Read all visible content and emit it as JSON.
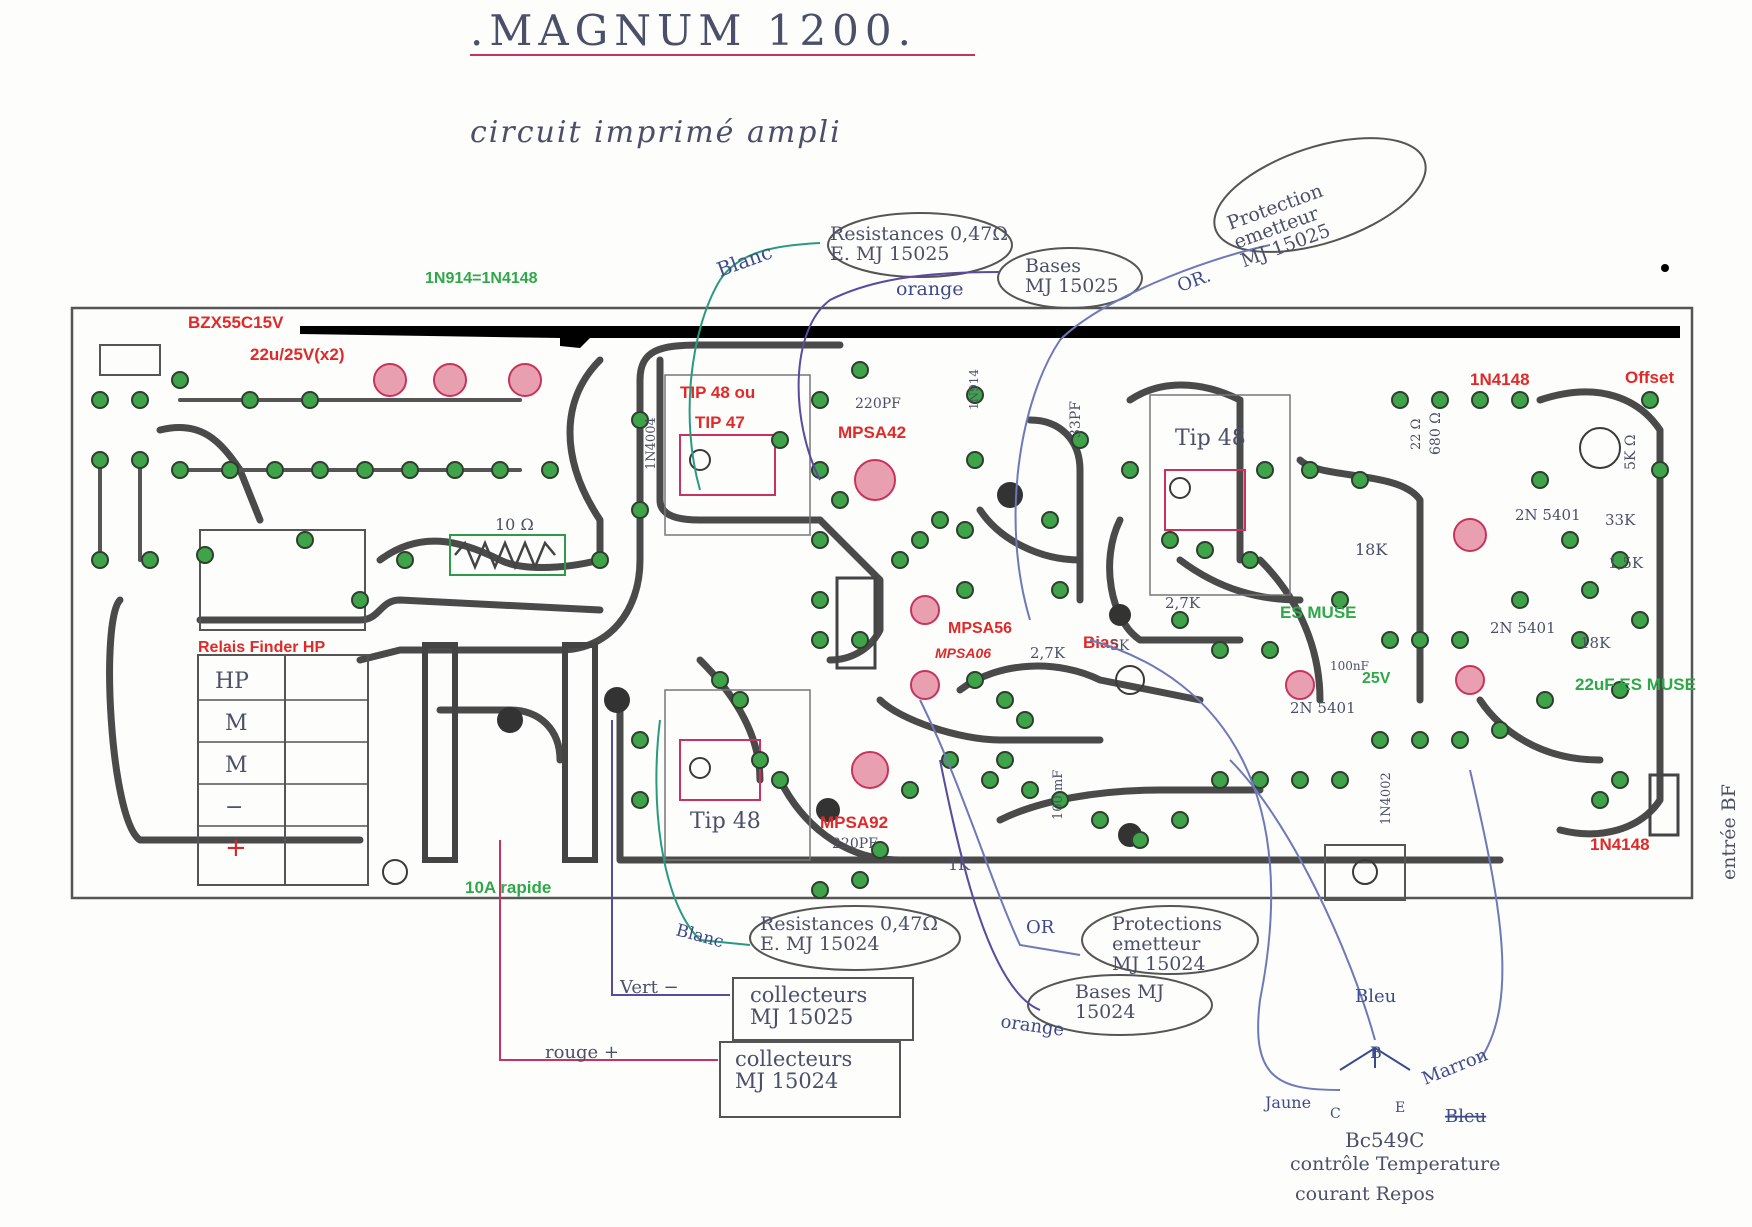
{
  "title": ".MAGNUM 1200.",
  "subtitle": "circuit imprimé ampli",
  "notes": {
    "diode_equiv": "1N914=1N4148"
  },
  "labels_red": {
    "bzx": "BZX55C15V",
    "caps": "22u/25V(x2)",
    "tip48ou": "TIP 48 ou",
    "tip47": "TIP 47",
    "mpsa42": "MPSA42",
    "mpsa56": "MPSA56",
    "mpsa06": "MPSA06",
    "bias": "Bias",
    "mpsa92": "MPSA92",
    "n4148_top": "1N4148",
    "offset": "Offset",
    "relais": "Relais Finder HP",
    "n4148_bottom": "1N4148"
  },
  "labels_green": {
    "fuse": "10A rapide",
    "es_muse": "ES MUSE",
    "v25": "25V",
    "cap22_es": "22uF ES MUSE"
  },
  "board_text": {
    "tip48_right": "Tip 48",
    "tip48_bottom": "Tip 48",
    "r10": "10 Ω",
    "c220_top": "220PF",
    "c220_bottom": "220PF",
    "c33": "33PF",
    "r2k7_a": "2,7K",
    "r2k7_b": "2,7K",
    "r18k": "18K",
    "r33k": "33K",
    "r15k": "1,5K",
    "r18k_b": "18K",
    "n5401_a": "2N 5401",
    "n5401_b": "2N 5401",
    "n5401_c": "2N 5401",
    "r5k": "5K",
    "r5k_right": "5K Ω",
    "r680": "680 Ω",
    "r1k": "1K",
    "c100mf": "100 mF",
    "r22": "22 Ω",
    "c100nf": "100nF",
    "n4004": "1N4004",
    "n4002": "1N4002",
    "n914": "1N914",
    "terminals": [
      "HP",
      "M",
      "M",
      "−",
      "+"
    ]
  },
  "annotations": {
    "blanc_top": "Blanc",
    "res_top": "Resistances 0,47Ω\nE. MJ 15025",
    "orange_top": "orange",
    "bases_top": "Bases\nMJ 15025",
    "or_top": "OR.",
    "protection_top": "Protection\nemetteur\nMJ 15025",
    "blanc_bottom": "Blanc",
    "res_bottom": "Resistances 0,47Ω\nE. MJ 15024",
    "or_bottom": "OR",
    "protection_bottom": "Protections\nemetteur\nMJ 15024",
    "bases_bottom": "Bases MJ\n15024",
    "orange_bottom": "orange",
    "vert": "Vert −",
    "collecteurs_top": "collecteurs\nMJ 15025",
    "rouge": "rouge +",
    "collecteurs_bottom": "collecteurs\nMJ 15024",
    "bleu": "Bleu",
    "b": "B",
    "jaune": "Jaune",
    "c": "C",
    "e": "E",
    "marron": "Marron",
    "bleu_struck": "Bleu",
    "bc549": "Bc549C",
    "controle": "contrôle Temperature",
    "courant": "courant Repos",
    "entree_bf": "entrée BF"
  },
  "colors": {
    "red": "#e02a2a",
    "green": "#2fa84a",
    "pad": "#3fa34a",
    "trace": "#4a4a4a",
    "heatsink": "#000000"
  }
}
